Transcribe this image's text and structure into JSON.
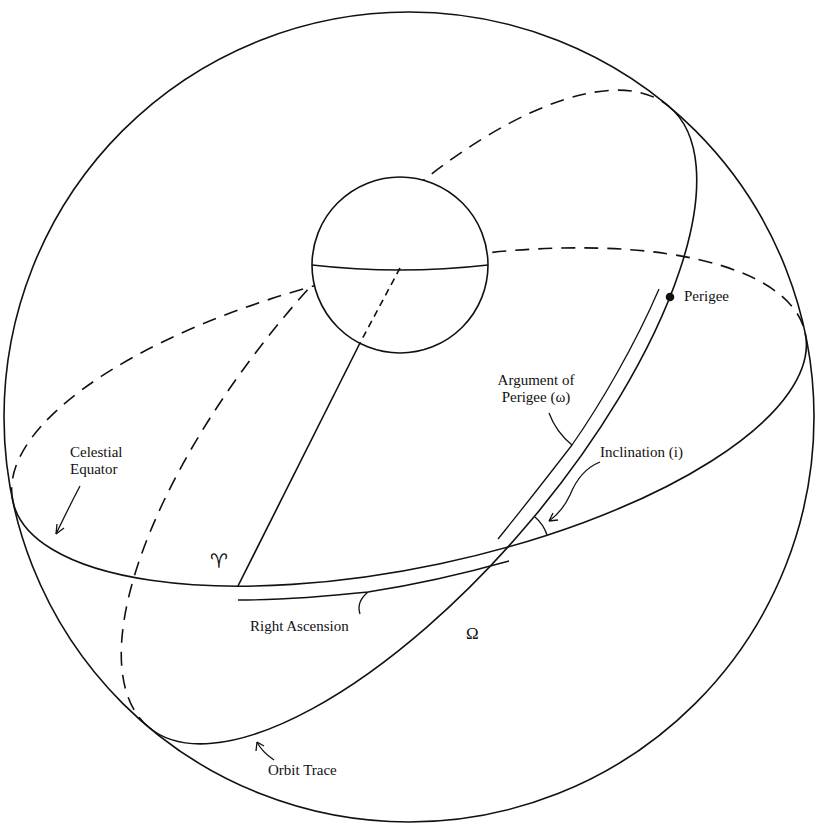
{
  "diagram": {
    "labels": [
      "Argument of Perigee (ω)",
      "Perigee",
      "Celestial Equator",
      "Inclination (i)",
      "♈",
      "Right Ascension",
      "Ω",
      "Orbit Trace"
    ]
  }
}
